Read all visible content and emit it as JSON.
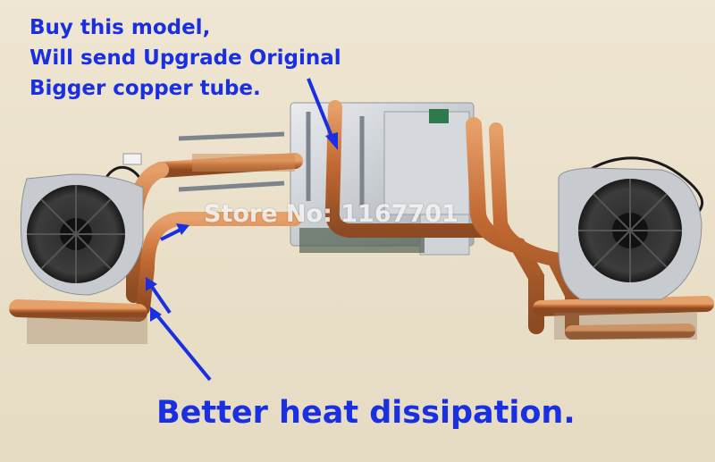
{
  "captions": {
    "line1": "Buy this model,",
    "line2": "Will send Upgrade Original",
    "line3": "Bigger copper tube.",
    "bottom": "Better heat dissipation."
  },
  "watermark": "Store No: 1167701",
  "colors": {
    "caption": "#1a2fe0",
    "arrow": "#1a2fe0",
    "copper": "#c8723a",
    "background": "#ece3cf"
  },
  "icons": [
    "left-fan-icon",
    "right-fan-icon",
    "arrow-icon"
  ]
}
